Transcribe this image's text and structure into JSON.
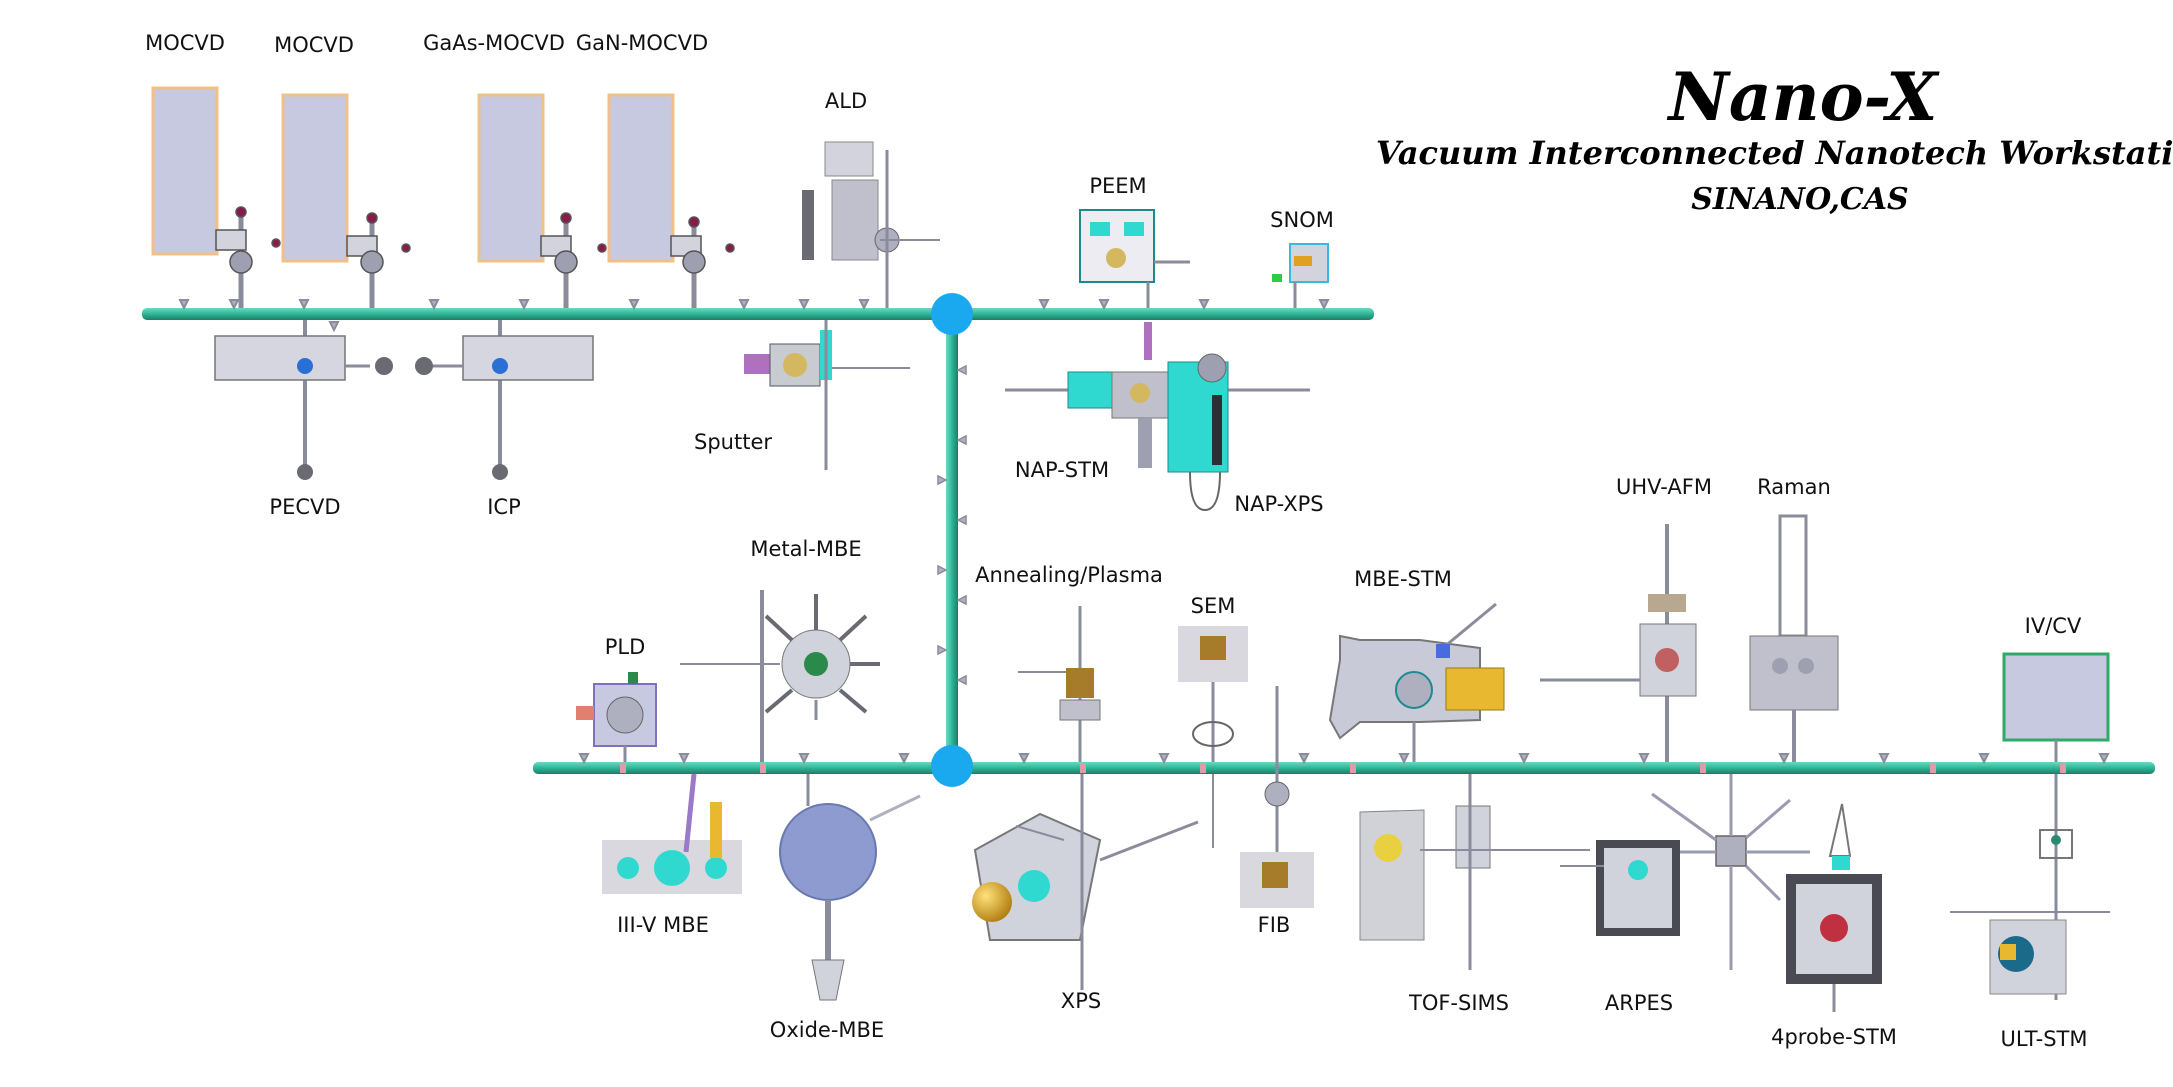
{
  "title": {
    "main": "Nano-X",
    "subtitle": "Vacuum Interconnected Nanotech Workstation",
    "org": "SINANO,CAS"
  },
  "labels": {
    "mocvd_1": "MOCVD",
    "mocvd_2": "MOCVD",
    "gaas_mocvd": "GaAs-MOCVD",
    "gan_mocvd": "GaN-MOCVD",
    "ald": "ALD",
    "peem": "PEEM",
    "snom": "SNOM",
    "sputter": "Sputter",
    "pecvd": "PECVD",
    "icp": "ICP",
    "nap_stm": "NAP-STM",
    "nap_xps": "NAP-XPS",
    "uhv_afm": "UHV-AFM",
    "raman": "Raman",
    "metal_mbe": "Metal-MBE",
    "annealing_plasma": "Annealing/Plasma",
    "mbe_stm": "MBE-STM",
    "sem": "SEM",
    "pld": "PLD",
    "iv_cv": "IV/CV",
    "iii_v_mbe": "III-V MBE",
    "oxide_mbe": "Oxide-MBE",
    "xps": "XPS",
    "fib": "FIB",
    "tof_sims": "TOF-SIMS",
    "arpes": "ARPES",
    "four_probe_stm": "4probe-STM",
    "ult_stm": "ULT-STM"
  },
  "colors": {
    "pipe": "#2fb597",
    "pipe_dark": "#1c7d66",
    "hub": "#1aa8ef",
    "chamber_fill": "#c6c9e0",
    "chamber_border": "#f0c088",
    "ivcv_border": "#2eaa66",
    "equipment": "#b9bac9",
    "cyan": "#2fd9cf",
    "gold": "#d4a322",
    "flange": "#e09aa8"
  }
}
